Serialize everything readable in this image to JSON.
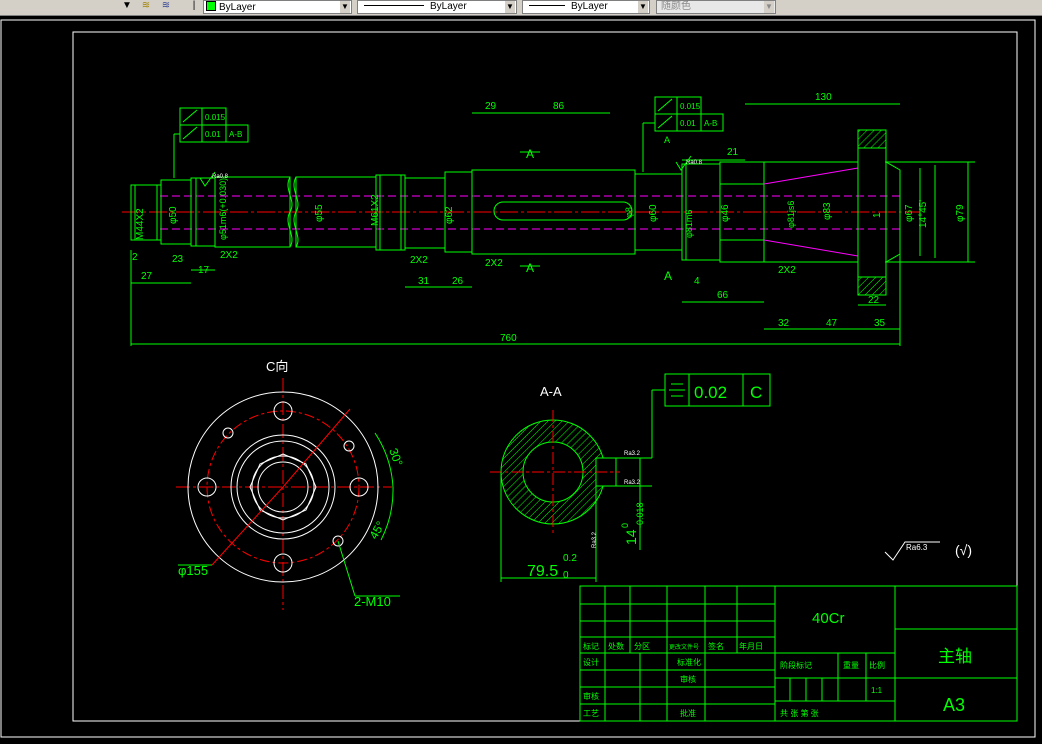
{
  "toolbar": {
    "color": {
      "label": "ByLayer",
      "swatch": "#00ff00"
    },
    "linetype": {
      "label": "ByLayer"
    },
    "lineweight": {
      "label": "ByLayer"
    },
    "plotstyle": {
      "label": "随颜色"
    }
  },
  "colors": {
    "background": "#000000",
    "geometry": "#00ff00",
    "frame": "#ffffff",
    "centerline": "#ff0000",
    "hidden": "#ff00ff",
    "text": "#ffffff"
  },
  "drawing": {
    "dimensions": {
      "d29": "29",
      "d86": "86",
      "d130": "130",
      "d21": "21",
      "d2": "2",
      "d27": "27",
      "d23": "23",
      "d17": "17",
      "d2x2a": "2X2",
      "d2x2b": "2X2",
      "d31": "31",
      "d26": "26",
      "d2x2c": "2X2",
      "d4": "4",
      "d66": "66",
      "d2x2d": "2X2",
      "d22": "22",
      "d32": "32",
      "d47": "47",
      "d35": "35",
      "d760": "760",
      "m44": "M44X2",
      "phi50": "φ50",
      "phi51": "φ51m6(+0.030)",
      "phi55": "φ55",
      "m61": "M61X2",
      "phi62": "φ62",
      "phi60": "φ60",
      "phi81": "φ81m6",
      "phi46": "φ46",
      "phi81b": "φ81js6",
      "phi83": "φ83",
      "phi67": "φ67",
      "taper": "14°45'",
      "phi79": "φ79",
      "phi8": "φ8",
      "one": "1"
    },
    "tolerances": {
      "t1a": "0.015",
      "t1b": "0.01",
      "t1c": "A-B",
      "t2a": "0.015",
      "t2b": "0.01",
      "t2c": "A-B"
    },
    "markers": {
      "a1": "A",
      "a2": "A",
      "a3": "A",
      "a4": "A",
      "rough1": "Ra0.8",
      "rough2": "Ra0.8"
    },
    "cview": {
      "title": "C向",
      "phi155": "φ155",
      "m10": "2-M10",
      "ang30": "30°",
      "ang45": "45°"
    },
    "section": {
      "title": "A-A",
      "sym_tol": "0.02",
      "sym_ref": "C",
      "dim_width": "14",
      "dim_width_tol_upper": "0",
      "dim_width_tol_lower": "-0.018",
      "dim_depth": "79.5",
      "dim_depth_tol_upper": "0.2",
      "dim_depth_tol_lower": "0",
      "rough_a": "Ra3.2",
      "rough_b": "Ra3.2",
      "rough_c": "Ra3.2"
    },
    "roughness_general": {
      "label": "Ra6.3",
      "suffix": "(√)"
    },
    "titleblock": {
      "material": "40Cr",
      "part_name": "主轴",
      "sheet_size": "A3",
      "row1": [
        "标记",
        "处数",
        "分区",
        "更改文件号",
        "签名",
        "年月日"
      ],
      "design": "设计",
      "standard": "标准化",
      "stage": "阶段标记",
      "weight": "重量",
      "scale_label": "比例",
      "scale_value": "1:1",
      "review": "审核",
      "craft": "工艺",
      "approve": "批准",
      "check": "审核",
      "sheets": "共  张  第  张"
    }
  }
}
